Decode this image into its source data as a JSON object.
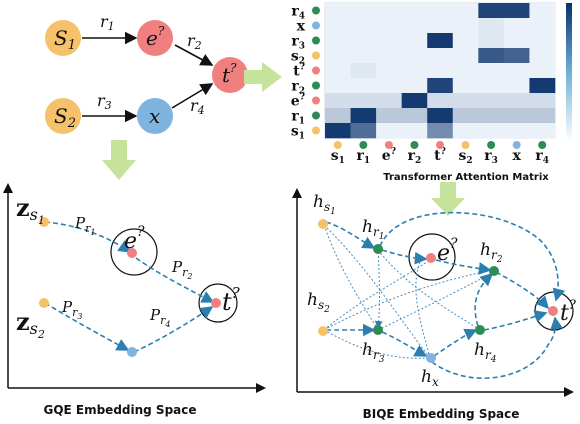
{
  "query_graph": {
    "s1": {
      "base": "S",
      "sub": "1"
    },
    "s2": {
      "base": "S",
      "sub": "2"
    },
    "e": {
      "base": "e",
      "sup": "?"
    },
    "x": {
      "base": "x"
    },
    "t": {
      "base": "t",
      "sup": "?"
    },
    "r1": {
      "base": "r",
      "sub": "1"
    },
    "r2": {
      "base": "r",
      "sub": "2"
    },
    "r3": {
      "base": "r",
      "sub": "3"
    },
    "r4": {
      "base": "r",
      "sub": "4"
    }
  },
  "matrix": {
    "caption": "Transformer Attention Matrix",
    "row_labels": [
      {
        "base": "r",
        "sub": "4",
        "color": "#2e8b57"
      },
      {
        "base": "x",
        "sub": "",
        "color": "#7fb3e0"
      },
      {
        "base": "r",
        "sub": "3",
        "color": "#2e8b57"
      },
      {
        "base": "s",
        "sub": "2",
        "color": "#f5c26b"
      },
      {
        "base": "t",
        "sub": "?",
        "color": "#f08080"
      },
      {
        "base": "r",
        "sub": "2",
        "color": "#2e8b57"
      },
      {
        "base": "e",
        "sub": "?",
        "color": "#f08080"
      },
      {
        "base": "r",
        "sub": "1",
        "color": "#2e8b57"
      },
      {
        "base": "s",
        "sub": "1",
        "color": "#f5c26b"
      }
    ],
    "col_labels": [
      {
        "base": "s",
        "sub": "1",
        "color": "#f5c26b"
      },
      {
        "base": "r",
        "sub": "1",
        "color": "#2e8b57"
      },
      {
        "base": "e",
        "sub": "?",
        "color": "#f08080"
      },
      {
        "base": "r",
        "sub": "2",
        "color": "#2e8b57"
      },
      {
        "base": "t",
        "sub": "?",
        "color": "#f08080"
      },
      {
        "base": "s",
        "sub": "2",
        "color": "#f5c26b"
      },
      {
        "base": "r",
        "sub": "3",
        "color": "#2e8b57"
      },
      {
        "base": "x",
        "sub": "",
        "color": "#7fb3e0"
      },
      {
        "base": "r",
        "sub": "4",
        "color": "#2e8b57"
      }
    ],
    "cells": [
      [
        0.05,
        0.05,
        0.05,
        0.05,
        0.05,
        0.05,
        0.9,
        0.9,
        0.05
      ],
      [
        0.05,
        0.05,
        0.05,
        0.05,
        0.05,
        0.05,
        0.1,
        0.05,
        0.05
      ],
      [
        0.05,
        0.05,
        0.05,
        0.05,
        0.95,
        0.05,
        0.1,
        0.05,
        0.05
      ],
      [
        0.05,
        0.05,
        0.05,
        0.05,
        0.05,
        0.05,
        0.8,
        0.75,
        0.05
      ],
      [
        0.05,
        0.1,
        0.05,
        0.05,
        0.05,
        0.05,
        0.05,
        0.05,
        0.05
      ],
      [
        0.05,
        0.05,
        0.05,
        0.05,
        0.9,
        0.05,
        0.05,
        0.05,
        0.95
      ],
      [
        0.15,
        0.15,
        0.15,
        0.95,
        0.15,
        0.15,
        0.15,
        0.15,
        0.15
      ],
      [
        0.25,
        0.95,
        0.25,
        0.25,
        0.95,
        0.25,
        0.25,
        0.25,
        0.25
      ],
      [
        0.95,
        0.7,
        0.05,
        0.05,
        0.55,
        0.05,
        0.05,
        0.05,
        0.05
      ]
    ]
  },
  "gqe": {
    "caption": "GQE Embedding Space",
    "z1": {
      "base": "z",
      "sub": "s",
      "subsub": "1"
    },
    "z2": {
      "base": "z",
      "sub": "s",
      "subsub": "2"
    },
    "p1": {
      "base": "P",
      "sub": "r",
      "subsub": "1"
    },
    "p2": {
      "base": "P",
      "sub": "r",
      "subsub": "2"
    },
    "p3": {
      "base": "P",
      "sub": "r",
      "subsub": "3"
    },
    "p4": {
      "base": "P",
      "sub": "r",
      "subsub": "4"
    },
    "e": {
      "base": "e",
      "sup": "?"
    },
    "t": {
      "base": "t",
      "sup": "?"
    }
  },
  "biqe": {
    "caption": "BIQE Embedding Space",
    "hs1": {
      "base": "h",
      "sub": "s",
      "subsub": "1"
    },
    "hs2": {
      "base": "h",
      "sub": "s",
      "subsub": "2"
    },
    "hr1": {
      "base": "h",
      "sub": "r",
      "subsub": "1"
    },
    "hr2": {
      "base": "h",
      "sub": "r",
      "subsub": "2"
    },
    "hr3": {
      "base": "h",
      "sub": "r",
      "subsub": "3"
    },
    "hr4": {
      "base": "h",
      "sub": "r",
      "subsub": "4"
    },
    "hx": {
      "base": "h",
      "sub": "x"
    },
    "e": {
      "base": "e",
      "sup": "?"
    },
    "t": {
      "base": "t",
      "sup": "?"
    }
  },
  "colors": {
    "anchor": "#f5c26b",
    "target": "#f08080",
    "variable": "#7fb3e0",
    "relation": "#2e8b57",
    "dash": "#2b7fb0",
    "arrow_fill": "#c5e39a"
  }
}
